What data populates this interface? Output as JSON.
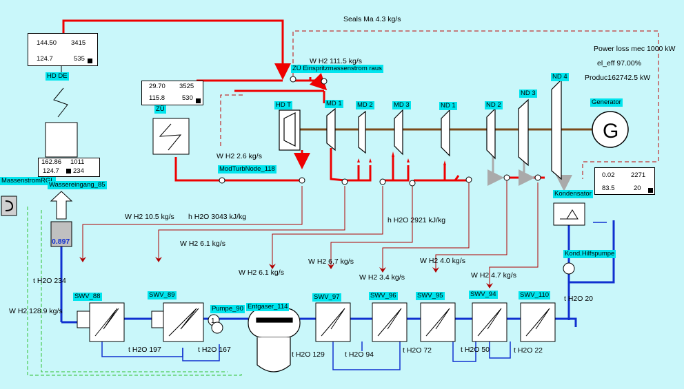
{
  "labels": {
    "seals": "Seals Ma   4.3  kg/s",
    "power_loss": "Power loss mec  1000    kW",
    "el_eff": "el_eff  97.00%",
    "produc": "Produc162742.5  kW",
    "flow_main": "W H2  111.5 kg/s",
    "flow_reheat": "W H2   2.6  kg/s",
    "flow_hp_extr": "W H2  10.5  kg/s",
    "h_hp_extr": "h H2O  3043  kJ/kg",
    "h_lp": "h H2O  2921  kJ/kg",
    "flow_swv89": "W H2   6.1  kg/s",
    "flow_deaerator": "W H2   6.1  kg/s",
    "flow_swv97": "W H2   6.7  kg/s",
    "flow_swv96": "W H2   3.4  kg/s",
    "flow_swv95": "W H2   4.0  kg/s",
    "flow_swv94": "W H2   4.7  kg/s",
    "t_feed_top": "t H2O  234",
    "flow_feed": "W H2  128.9 kg/s",
    "t_197": "t H2O  197",
    "t_167": "t H2O  167",
    "t_129": "t H2O  129",
    "t_94": "t H2O  94",
    "t_72": "t H2O  72",
    "t_50": "t H2O  50",
    "t_22": "t H2O  22",
    "t_20": "t H2O  20",
    "pump_ratio": "0.897"
  },
  "tags": {
    "hd_de": "HD DE",
    "zu": "ZÜ",
    "zu_inj": "ZÜ Einspritzmassenstrom raus",
    "hd_t": "HD T",
    "md1": "MD 1",
    "md2": "MD 2",
    "md3": "MD 3",
    "nd1": "ND 1",
    "nd2": "ND 2",
    "nd3": "ND 3",
    "nd4": "ND 4",
    "generator": "Generator",
    "mod_turb_node": "ModTurbNode_118",
    "massenstrom": "MassenstromRGL",
    "wassereingang": "Wassereingang_85",
    "kondensator": "Kondensator",
    "kond_pump": "Kond.Hilfspumpe",
    "swv88": "SWV_88",
    "swv89": "SWV_89",
    "pumpe90": "Pumpe_90",
    "entgaser": "Entgaser_114",
    "swv97": "SWV_97",
    "swv96": "SWV_96",
    "swv95": "SWV_95",
    "swv94": "SWV_94",
    "swv110": "SWV_110"
  },
  "value_tables": {
    "hd_de": [
      "144.50",
      "3415",
      "124.7",
      "535"
    ],
    "zu": [
      "29.70",
      "3525",
      "115.8",
      "530"
    ],
    "wasser": [
      "162.86",
      "1011",
      "124.7",
      "234"
    ],
    "kond": [
      "0.02",
      "2271",
      "83.5",
      "20"
    ]
  },
  "colors": {
    "background": "#c9f7fa",
    "steam": "#ee0000",
    "water": "#1030d0",
    "extraction": "#b00000",
    "shaft": "#7a4a1a",
    "tag": "#00e5ee",
    "exhaust": "#b0b0b0",
    "flue_gas": "#30c030"
  },
  "icons": [
    "generator-icon",
    "pump-icon",
    "heat-exchanger-icon",
    "turbine-icon",
    "deaerator-icon",
    "condenser-icon"
  ]
}
